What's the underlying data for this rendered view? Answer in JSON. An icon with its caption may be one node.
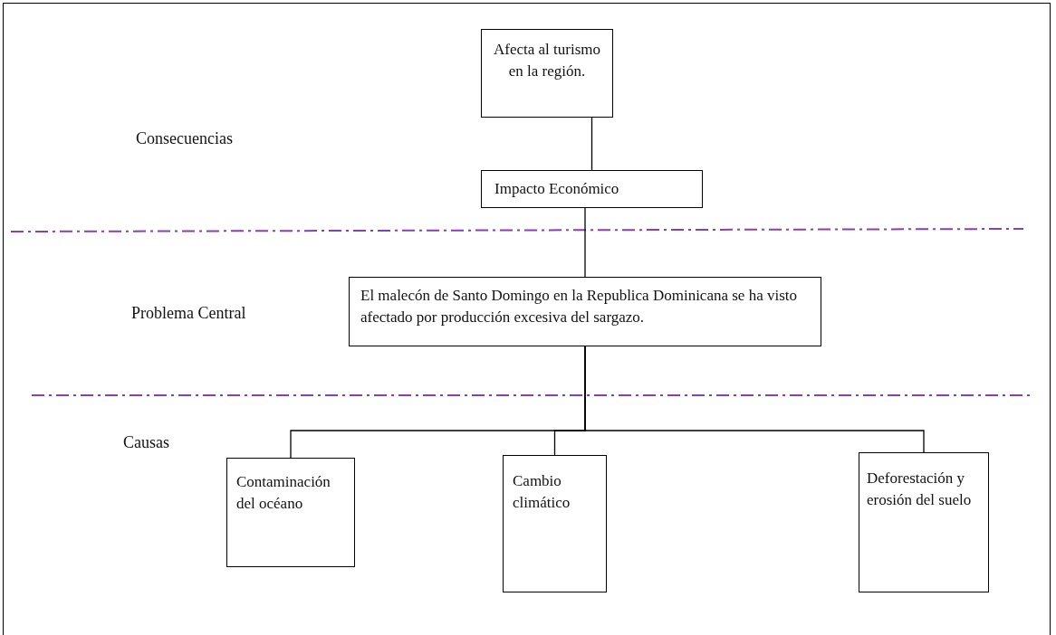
{
  "diagram": {
    "nodes": [
      {
        "text": [
          "Afecta al turismo en la región."
        ]
      },
      {
        "text": [
          "Impacto Económico"
        ]
      },
      {
        "text": [
          "El malecón de Santo Domingo en la Republica Dominicana se ha visto afectado por producción excesiva del sargazo."
        ]
      },
      {
        "text": [
          "Contaminación del océano"
        ]
      },
      {
        "text": [
          "Cambio climático"
        ]
      },
      {
        "text": [
          "Deforestación y erosión del suelo"
        ]
      }
    ],
    "edges": [
      {
        "from": 1,
        "to": 0,
        "arrow": "none"
      },
      {
        "from": 2,
        "to": 1,
        "arrow": "none"
      },
      {
        "from": 2,
        "to": 3,
        "arrow": "none"
      },
      {
        "from": 2,
        "to": 4,
        "arrow": "none"
      },
      {
        "from": 2,
        "to": 5,
        "arrow": "none"
      }
    ],
    "labels": [
      "Consecuencias",
      "Problema Central",
      "Causas"
    ]
  }
}
